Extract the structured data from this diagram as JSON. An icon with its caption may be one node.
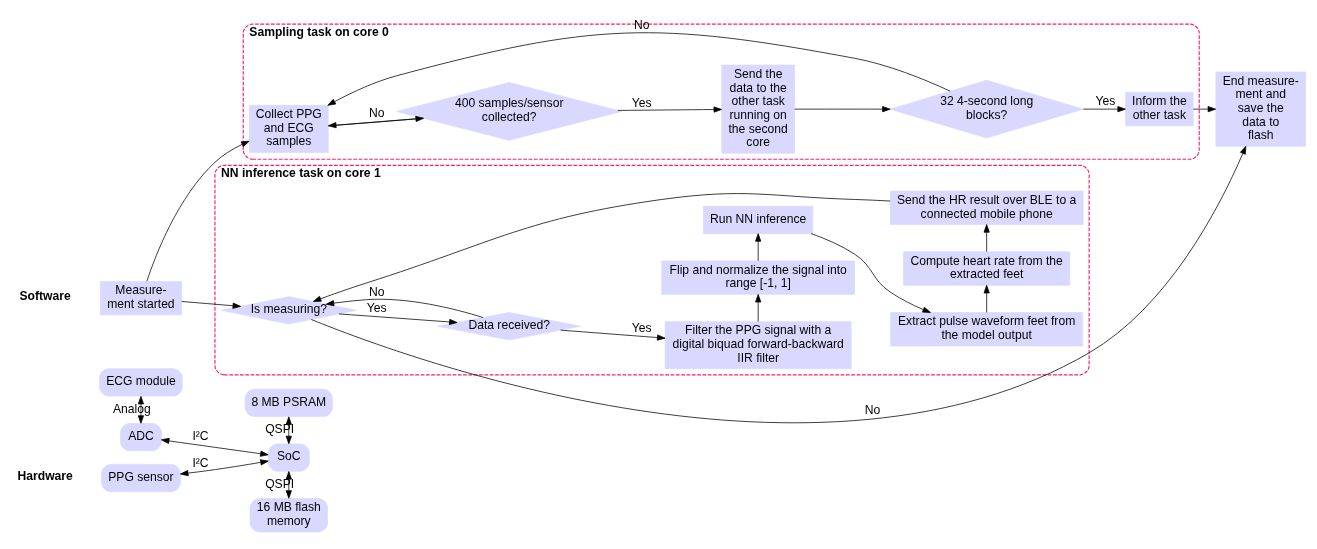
{
  "diagram": {
    "nodes": [
      {
        "text": [
          "PPG sensor"
        ]
      },
      {
        "text": [
          "8 MB PSRAM"
        ]
      },
      {
        "text": [
          "ECG module"
        ]
      },
      {
        "text": [
          "SoC"
        ]
      },
      {
        "text": [
          "ADC"
        ]
      },
      {
        "text": [
          "16 MB flash memory"
        ]
      },
      {
        "text": [
          "Sampling task on core 0"
        ]
      },
      {
        "text": [
          "NN inference task on core 1"
        ]
      },
      {
        "text": [
          "Measure- ment started"
        ]
      },
      {
        "text": [
          "Collect PPG and ECG samples"
        ],
        "in": 6
      },
      {
        "text": [
          "400 samples/sensor collected?"
        ],
        "in": 6
      },
      {
        "text": [
          "Send the data to the other task running on the second core"
        ],
        "in": 6
      },
      {
        "text": [
          "32 4-second long blocks?"
        ],
        "in": 6
      },
      {
        "text": [
          "Inform the other task"
        ],
        "in": 6
      },
      {
        "text": [
          "End measure- ment and save the data to flash"
        ]
      },
      {
        "text": [
          "Is measuring?"
        ],
        "in": 7
      },
      {
        "text": [
          "Data received?"
        ],
        "in": 7
      },
      {
        "text": [
          "Filter the PPG signal with a digital biquad forward-backward IIR filter"
        ],
        "in": 7
      },
      {
        "text": [
          "Flip and normalize the signal into range [-1, 1]"
        ],
        "in": 7
      },
      {
        "text": [
          "Run NN inference"
        ],
        "in": 7
      },
      {
        "text": [
          "Extract pulse waveform feet from the model output"
        ],
        "in": 7
      },
      {
        "text": [
          "Compute heart rate from the extracted feet"
        ],
        "in": 7
      },
      {
        "text": [
          "Send the HR result over BLE to a connected mobile phone"
        ],
        "in": 7
      }
    ],
    "edges": [
      {
        "from": 0,
        "to": 3,
        "arrow": "both",
        "label": "I²C"
      },
      {
        "from": 4,
        "to": 3,
        "arrow": "both",
        "label": "I²C"
      },
      {
        "from": 1,
        "to": 3,
        "arrow": "both",
        "label": "QSPI"
      },
      {
        "from": 3,
        "to": 5,
        "arrow": "both",
        "label": "QSPI"
      },
      {
        "from": 2,
        "to": 4,
        "arrow": "both",
        "label": "Analog"
      },
      {
        "from": 8,
        "to": 9,
        "arrow": "to"
      },
      {
        "from": 9,
        "to": 10,
        "arrow": "to"
      },
      {
        "from": 10,
        "to": 11,
        "arrow": "to",
        "label": "Yes"
      },
      {
        "from": 10,
        "to": 9,
        "arrow": "to",
        "label": "No"
      },
      {
        "from": 11,
        "to": 12,
        "arrow": "to"
      },
      {
        "from": 12,
        "to": 13,
        "arrow": "to",
        "label": "Yes"
      },
      {
        "from": 12,
        "to": 9,
        "arrow": "to",
        "label": "No"
      },
      {
        "from": 13,
        "to": 14,
        "arrow": "to"
      },
      {
        "from": 8,
        "to": 15,
        "arrow": "to"
      },
      {
        "from": 15,
        "to": 16,
        "arrow": "to",
        "label": "Yes"
      },
      {
        "from": 16,
        "to": 15,
        "arrow": "to",
        "label": "No"
      },
      {
        "from": 16,
        "to": 17,
        "arrow": "to",
        "label": "Yes"
      },
      {
        "from": 17,
        "to": 18,
        "arrow": "to"
      },
      {
        "from": 18,
        "to": 19,
        "arrow": "to"
      },
      {
        "from": 19,
        "to": 20,
        "arrow": "to"
      },
      {
        "from": 20,
        "to": 21,
        "arrow": "to"
      },
      {
        "from": 21,
        "to": 22,
        "arrow": "to"
      },
      {
        "from": 22,
        "to": 15,
        "arrow": "to"
      },
      {
        "from": 15,
        "to": 14,
        "arrow": "to",
        "label": "No"
      }
    ],
    "labels": [
      "Hardware",
      "Software"
    ]
  }
}
